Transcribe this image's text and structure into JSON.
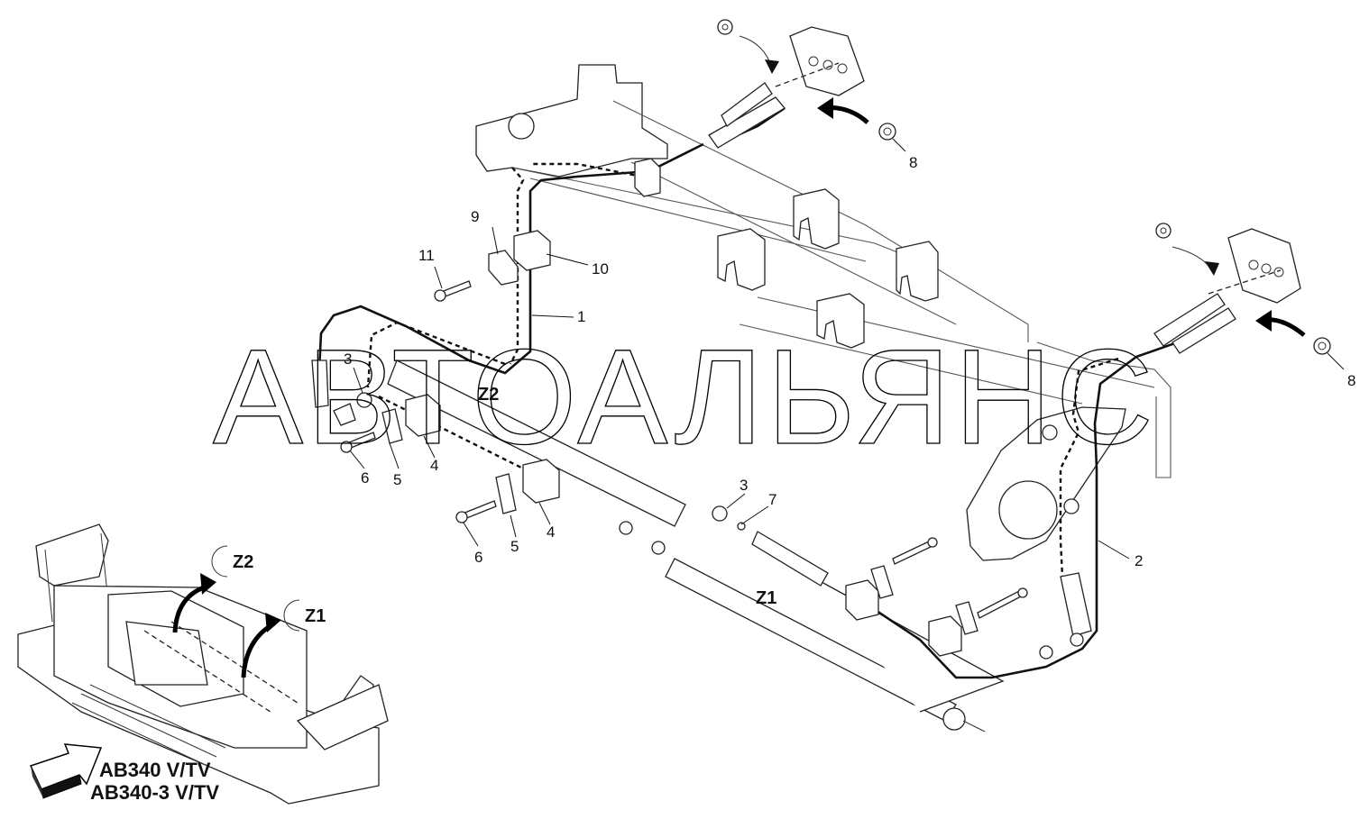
{
  "diagram": {
    "watermark": "АВТОАЛЬЯНС",
    "zones": {
      "z1": "Z1",
      "z2": "Z2"
    },
    "model": {
      "line1": "AB340 V/TV",
      "line2": "AB340-3 V/TV"
    },
    "callouts": {
      "c1": "1",
      "c2": "2",
      "c3a": "3",
      "c3b": "3",
      "c4a": "4",
      "c4b": "4",
      "c5a": "5",
      "c5b": "5",
      "c6a": "6",
      "c6b": "6",
      "c7": "7",
      "c8a": "8",
      "c8b": "8",
      "c9": "9",
      "c10": "10",
      "c11": "11"
    }
  }
}
